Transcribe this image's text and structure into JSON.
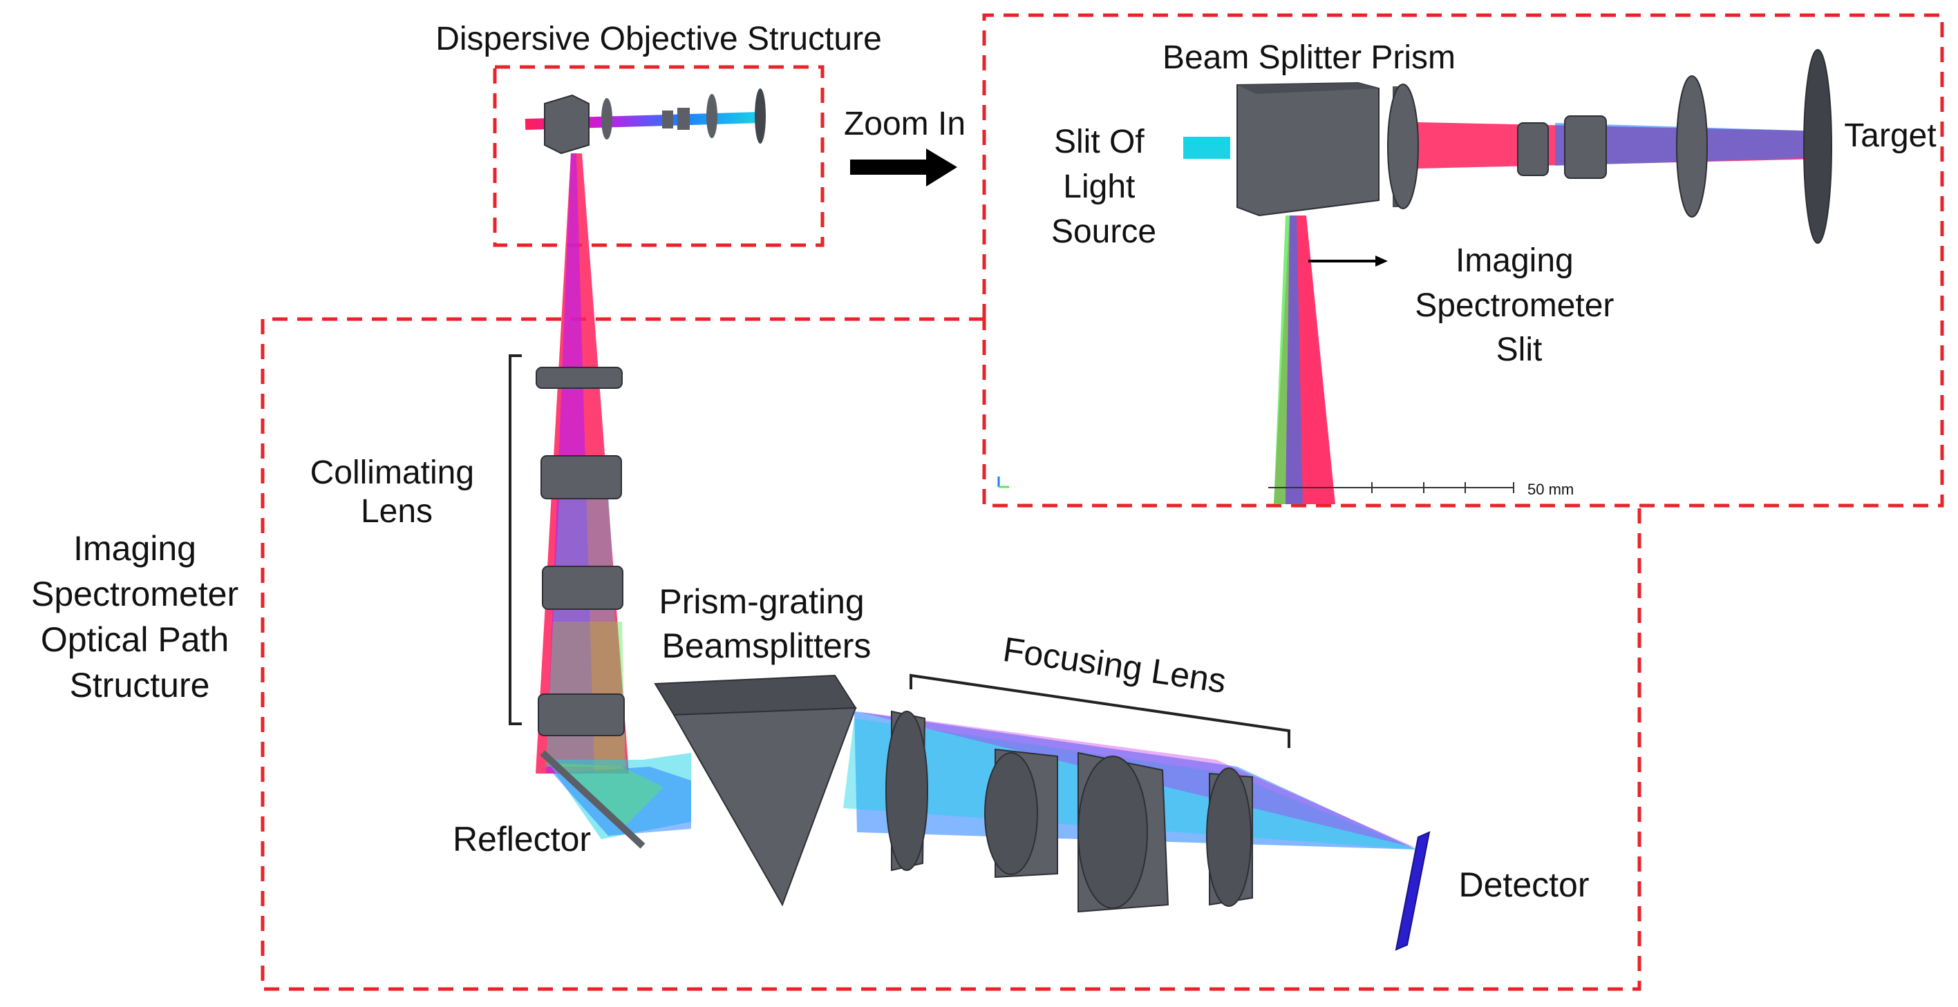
{
  "labels": {
    "dispersive_objective": "Dispersive Objective Structure",
    "zoom_in": "Zoom In",
    "beam_splitter_prism": "Beam Splitter Prism",
    "slit_light_source": [
      "Slit Of",
      "Light",
      "Source"
    ],
    "target": "Target",
    "imaging_slit": [
      "Imaging",
      "Spectrometer",
      "Slit"
    ],
    "scale_bar": "50 mm",
    "collimating_lens": [
      "Collimating",
      "Lens"
    ],
    "optical_path_structure": [
      "Imaging",
      "Spectrometer",
      "Optical Path",
      "Structure"
    ],
    "prism_grating": [
      "Prism-grating",
      "Beamsplitters"
    ],
    "focusing_lens": "Focusing Lens",
    "reflector": "Reflector",
    "detector": "Detector"
  },
  "colors": {
    "boundary_dash": "#e8232a",
    "component_gray": "#5c5f66",
    "component_edge": "#2e3035",
    "ray_red": "#ff1e5a",
    "ray_blue": "#1e7bff",
    "ray_cyan": "#19d3e6",
    "ray_green": "#5ee65a",
    "ray_magenta": "#c21ee6",
    "detector_blue": "#2a1ecf"
  }
}
